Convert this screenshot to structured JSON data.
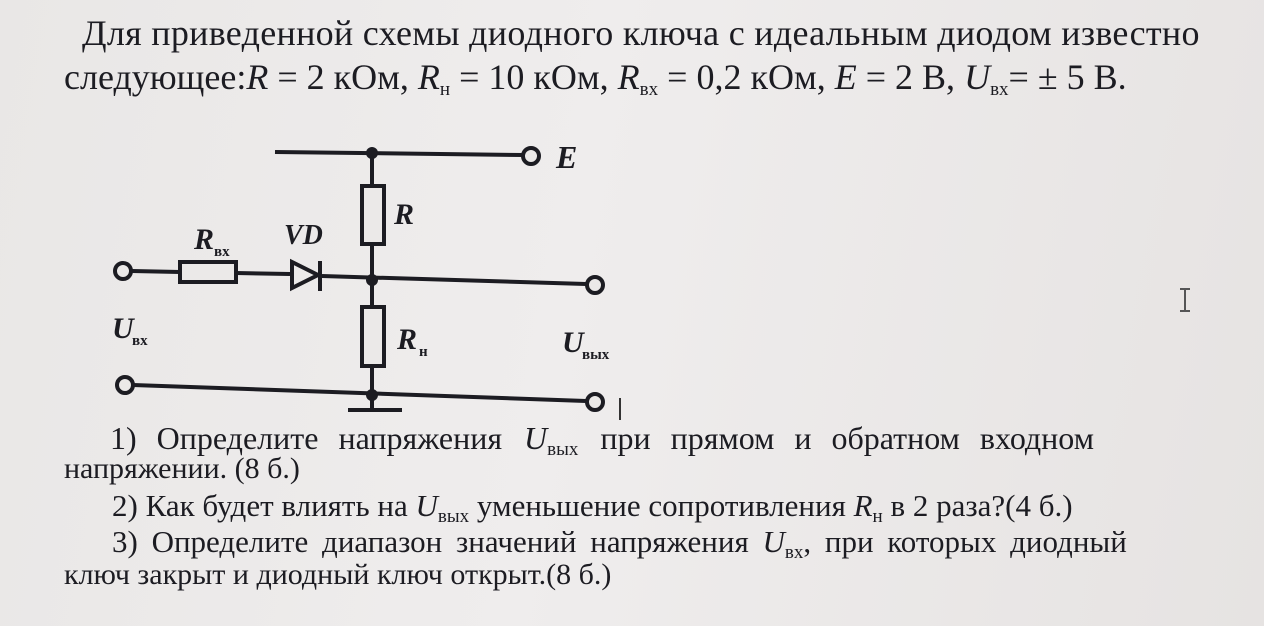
{
  "intro": {
    "line1": "Для приведенной схемы диодного ключа с идеальным диодом известно",
    "lead": "следующее:",
    "R_sym": "R",
    "R_val": " = 2 кОм, ",
    "Rn_sym": "R",
    "Rn_sub": "н",
    "Rn_val": " = 10 кОм, ",
    "Rvx_sym": "R",
    "Rvx_sub": "вх",
    "Rvx_val": " = 0,2 кОм, ",
    "E_sym": "E",
    "E_val": " = 2 В, ",
    "Uvx_sym": "U",
    "Uvx_sub": "вх",
    "Uvx_val": "= ± 5 В."
  },
  "circuit": {
    "E": "E",
    "R": "R",
    "Rvx": "R",
    "Rvx_sub": "вх",
    "VD": "VD",
    "Rn": "R",
    "Rn_sub": "н",
    "Uvx": "U",
    "Uvx_sub": "вх",
    "Uvyx": "U",
    "Uvyx_sub": "вых"
  },
  "questions": {
    "q1_pre": "1) Определите напряжения",
    "q1_U": "U",
    "q1_sub": "вых",
    "q1_post": "при прямом и обратном входном",
    "q1_line2": "напряжении. (8 б.)",
    "q2_pre": "2) Как будет влиять на",
    "q2_U": "U",
    "q2_sub": "вых",
    "q2_mid": "уменьшение сопротивления",
    "q2_R": "R",
    "q2_Rsub": "н",
    "q2_post": "в 2 раза?(4 б.)",
    "q3_pre": "3) Определите диапазон значений напряжения",
    "q3_U": "U",
    "q3_sub": "вх",
    "q3_post": ", при которых диодный",
    "q3_line2": "ключ закрыт и диодный ключ открыт.(8 б.)"
  }
}
